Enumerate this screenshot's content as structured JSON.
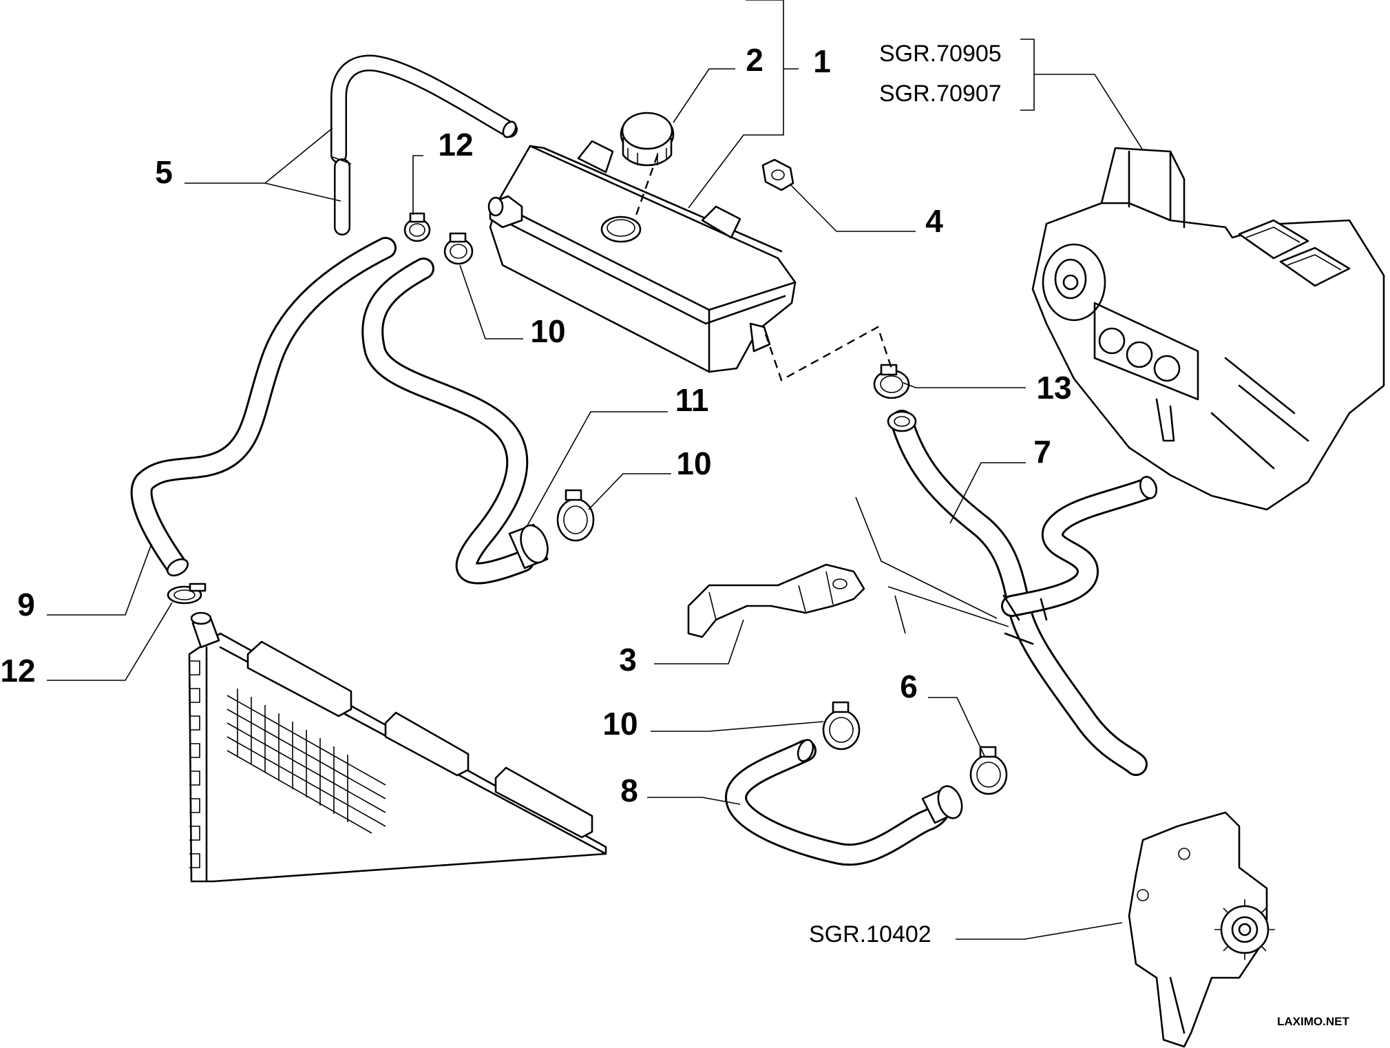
{
  "callouts": {
    "c1": "1",
    "c2": "2",
    "c3": "3",
    "c4": "4",
    "c5": "5",
    "c6": "6",
    "c7": "7",
    "c8": "8",
    "c9": "9",
    "c10a": "10",
    "c10b": "10",
    "c10c": "10",
    "c11": "11",
    "c12a": "12",
    "c12b": "12",
    "c13": "13"
  },
  "references": {
    "heater_ref_1": "SGR.70905",
    "heater_ref_2": "SGR.70907",
    "pump_ref": "SGR.10402"
  },
  "watermark": "LAXIMO.NET"
}
